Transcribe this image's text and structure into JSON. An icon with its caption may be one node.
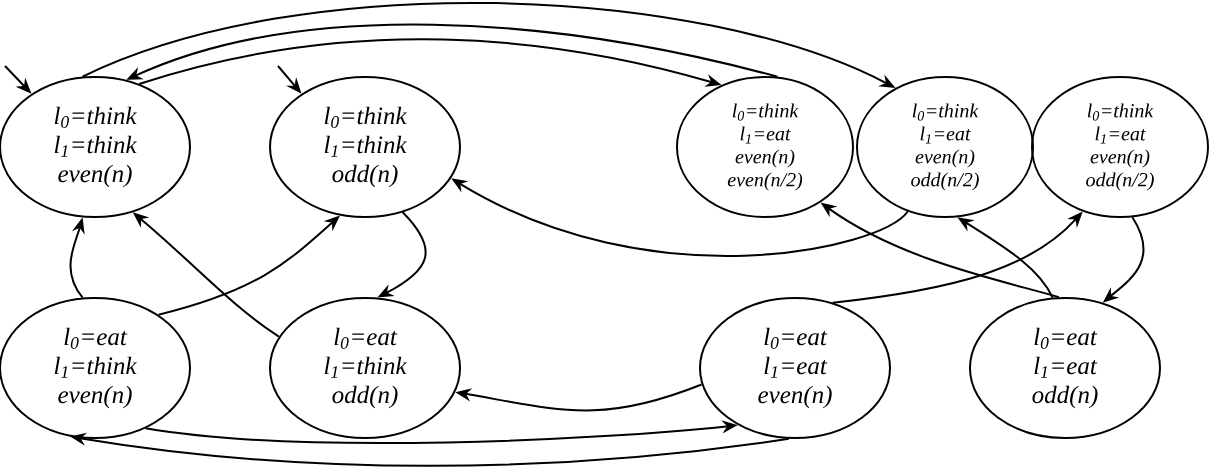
{
  "diagram": {
    "nodes": [
      {
        "text": [
          "l$_{0}$=think",
          "l$_{1}$=think",
          "even(n)"
        ]
      },
      {
        "text": [
          "l$_{0}$=think",
          "l$_{1}$=think",
          "odd(n)"
        ]
      },
      {
        "text": [
          "l$_{0}$=think",
          "l$_{1}$=eat",
          "even(n)",
          "even(n/2)"
        ]
      },
      {
        "text": [
          "l$_{0}$=think",
          "l$_{1}$=eat",
          "even(n)",
          "odd(n/2)"
        ]
      },
      {
        "text": [
          "l$_{0}$=think",
          "l$_{1}$=eat",
          "even(n)",
          "odd(n/2)"
        ]
      },
      {
        "text": [
          "l$_{0}$=eat",
          "l$_{1}$=think",
          "even(n)"
        ]
      },
      {
        "text": [
          "l$_{0}$=eat",
          "l$_{1}$=think",
          "odd(n)"
        ]
      },
      {
        "text": [
          "l$_{0}$=eat",
          "l$_{1}$=eat",
          "even(n)"
        ]
      },
      {
        "text": [
          "l$_{0}$=eat",
          "l$_{1}$=eat",
          "odd(n)"
        ]
      }
    ],
    "edges": [
      {
        "from": null,
        "to": 0,
        "arrow": "to"
      },
      {
        "from": null,
        "to": 1,
        "arrow": "to"
      },
      {
        "from": 0,
        "to": 3,
        "arrow": "to"
      },
      {
        "from": 2,
        "to": 0,
        "arrow": "to"
      },
      {
        "from": 0,
        "to": 2,
        "arrow": "to"
      },
      {
        "from": 3,
        "to": 1,
        "arrow": "to"
      },
      {
        "from": 1,
        "to": 6,
        "arrow": "to"
      },
      {
        "from": 5,
        "to": 0,
        "arrow": "to"
      },
      {
        "from": 5,
        "to": 1,
        "arrow": "to"
      },
      {
        "from": 6,
        "to": 0,
        "arrow": "to"
      },
      {
        "from": 7,
        "to": 6,
        "arrow": "to"
      },
      {
        "from": 5,
        "to": 7,
        "arrow": "to"
      },
      {
        "from": 7,
        "to": 5,
        "arrow": "to"
      },
      {
        "from": 7,
        "to": 4,
        "arrow": "to"
      },
      {
        "from": 8,
        "to": 2,
        "arrow": "to"
      },
      {
        "from": 8,
        "to": 3,
        "arrow": "to"
      },
      {
        "from": 4,
        "to": 8,
        "arrow": "to"
      }
    ]
  }
}
